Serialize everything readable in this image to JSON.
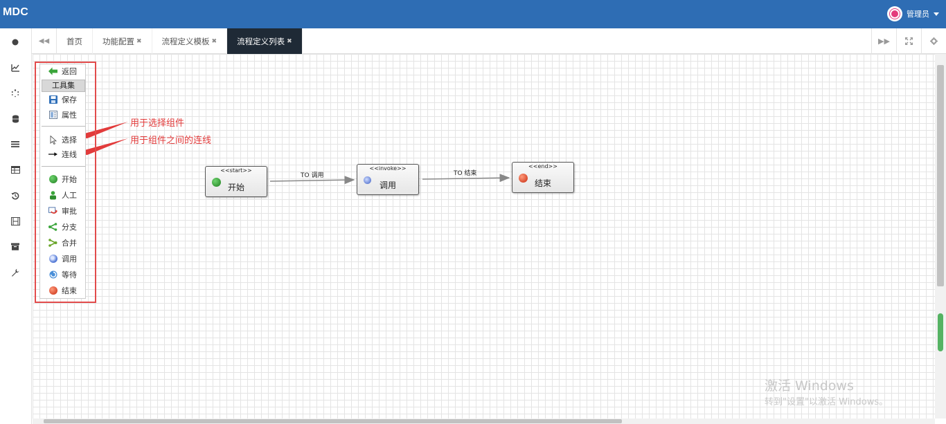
{
  "app": {
    "brand": "MDC"
  },
  "user": {
    "name": "管理员",
    "accent": "#e43b7b"
  },
  "colors": {
    "topbar": "#2e6db4",
    "active_tab": "#1f2a36",
    "annotation": "#e23b3b"
  },
  "sidebar": {
    "icons": [
      "dashboard-icon",
      "chart-icon",
      "spinner-icon",
      "database-icon",
      "list-icon",
      "table-icon",
      "history-icon",
      "film-icon",
      "archive-icon",
      "wrench-icon"
    ]
  },
  "tabs": {
    "left_nav_icon": "double-chevron-left-icon",
    "items": [
      {
        "label": "首页",
        "closable": false,
        "active": false
      },
      {
        "label": "功能配置",
        "closable": true,
        "active": false
      },
      {
        "label": "流程定义模板",
        "closable": true,
        "active": false
      },
      {
        "label": "流程定义列表",
        "closable": true,
        "active": true
      }
    ],
    "close_glyph": "✖",
    "right_icons": [
      "double-chevron-right-icon",
      "fullscreen-icon",
      "gear-icon"
    ]
  },
  "toolbox": {
    "back": "返回",
    "header": "工具集",
    "save": "保存",
    "props": "属性",
    "select": "选择",
    "connect": "连线",
    "start": "开始",
    "manual": "人工",
    "approve": "审批",
    "branch": "分支",
    "merge": "合并",
    "invoke": "调用",
    "wait": "等待",
    "end": "结束"
  },
  "annotations": {
    "select_note": "用于选择组件",
    "connect_note": "用于组件之间的连线"
  },
  "flow": {
    "nodes": [
      {
        "stereotype": "<<start>>",
        "label": "开始",
        "color": "#2f9a2f"
      },
      {
        "stereotype": "<<invoke>>",
        "label": "调用",
        "color": "#4a6fd0"
      },
      {
        "stereotype": "<<end>>",
        "label": "结束",
        "color": "#e0401f"
      }
    ],
    "edges": [
      {
        "label": "TO 调用"
      },
      {
        "label": "TO 结束"
      }
    ]
  },
  "watermark": {
    "line1": "激活 Windows",
    "line2": "转到\"设置\"以激活 Windows。"
  }
}
